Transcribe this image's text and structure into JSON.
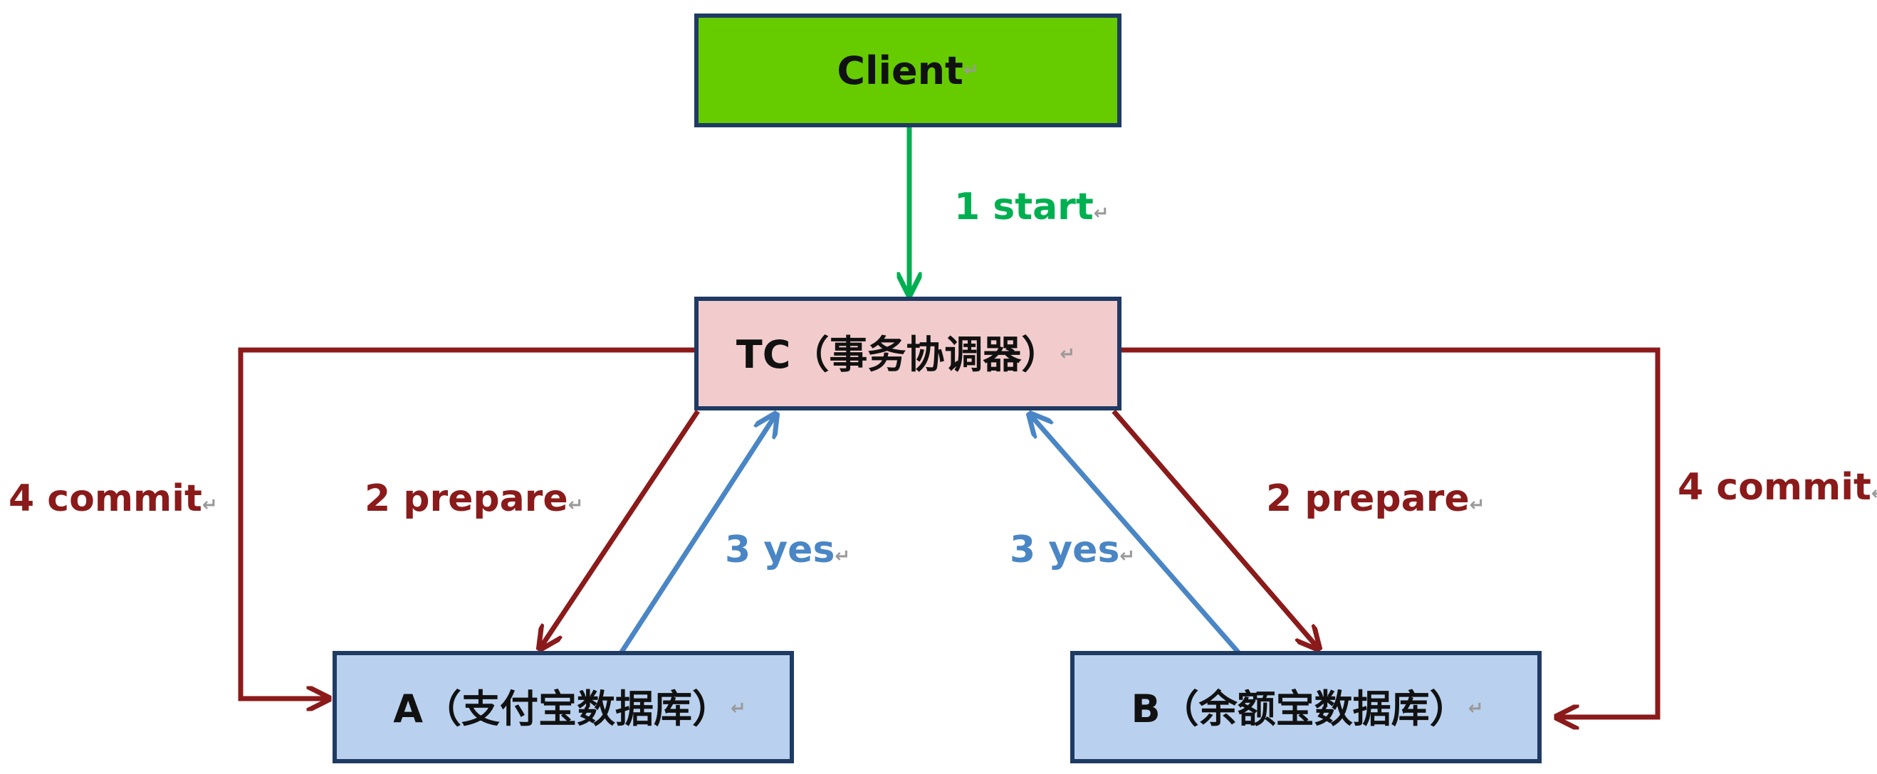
{
  "nodes": {
    "client": {
      "label": "Client",
      "fill": "#66cc00"
    },
    "tc": {
      "label": "TC（事务协调器）",
      "fill": "#f2cccc"
    },
    "a": {
      "label": "A（支付宝数据库）",
      "fill": "#b9d1ef"
    },
    "b": {
      "label": "B（余额宝数据库）",
      "fill": "#b9d1ef"
    }
  },
  "edges": {
    "start": {
      "label": "1 start",
      "color": "#00b050"
    },
    "prepare_a": {
      "label": "2 prepare",
      "color": "#8b1a1a"
    },
    "prepare_b": {
      "label": "2 prepare",
      "color": "#8b1a1a"
    },
    "yes_a": {
      "label": "3 yes",
      "color": "#4a86c5"
    },
    "yes_b": {
      "label": "3 yes",
      "color": "#4a86c5"
    },
    "commit_a": {
      "label": "4 commit",
      "color": "#8b1a1a"
    },
    "commit_b": {
      "label": "4 commit",
      "color": "#8b1a1a"
    }
  },
  "colors": {
    "box_border": "#1f3a63"
  },
  "return_mark": "↵"
}
